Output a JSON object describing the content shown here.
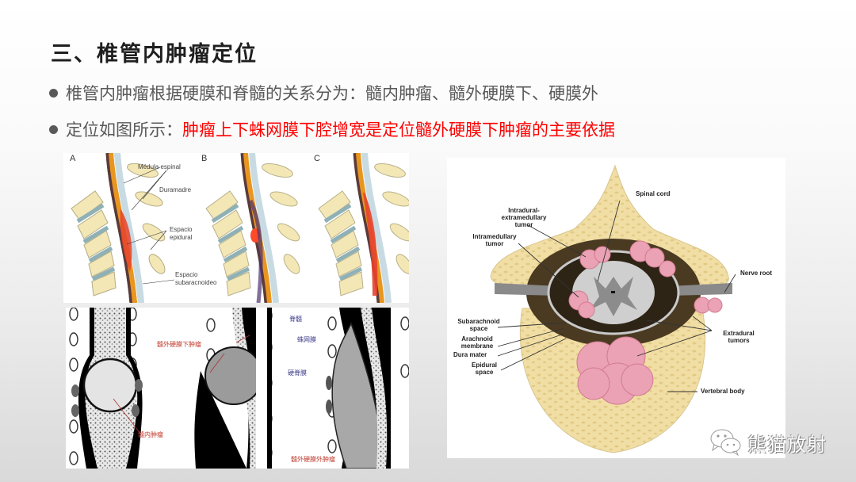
{
  "slide": {
    "title": "三、椎管内肿瘤定位",
    "bullets": [
      {
        "text": "椎管内肿瘤根据硬膜和脊髓的关系分为：髓内肿瘤、髓外硬膜下、硬膜外"
      },
      {
        "prefix": "定位如图所示：",
        "highlight": "肿瘤上下蛛网膜下腔增宽是定位髓外硬膜下肿瘤的主要依据"
      }
    ],
    "highlight_color": "#ff0000"
  },
  "figure_sagittal": {
    "panels": [
      "A",
      "B",
      "C"
    ],
    "labels": {
      "medula": "Médula espinal",
      "duramadre": "Duramadre",
      "epidural_1": "Espacio",
      "epidural_2": "epidural",
      "subarach_1": "Espacio",
      "subarach_2": "subaracnoideo"
    }
  },
  "figure_schematic": {
    "labels": {
      "intramedullary": "髓内肿瘤",
      "intradural_extramedullary": "髓外硬膜下肿瘤",
      "spinal_cord": "脊髓",
      "arachnoid": "蛛网膜",
      "dura": "硬脊膜",
      "extradural": "髓外硬膜外肿瘤"
    }
  },
  "figure_axial": {
    "labels": {
      "intradural_1": "Intradural-",
      "intradural_2": "extramedullary",
      "intradural_3": "tumor",
      "intramedullary_1": "Intramedullary",
      "intramedullary_2": "tumor",
      "spinal_cord": "Spinal cord",
      "nerve_root": "Nerve root",
      "subarachnoid_1": "Subarachnoid",
      "subarachnoid_2": "space",
      "arachnoid_1": "Arachnoid",
      "arachnoid_2": "membrane",
      "dura": "Dura mater",
      "epidural_1": "Epidural",
      "epidural_2": "space",
      "extradural_1": "Extradural",
      "extradural_2": "tumors",
      "vertebral_body": "Vertebral body"
    }
  },
  "watermark": {
    "icon": "wechat-icon",
    "text": "熊猫放射"
  }
}
